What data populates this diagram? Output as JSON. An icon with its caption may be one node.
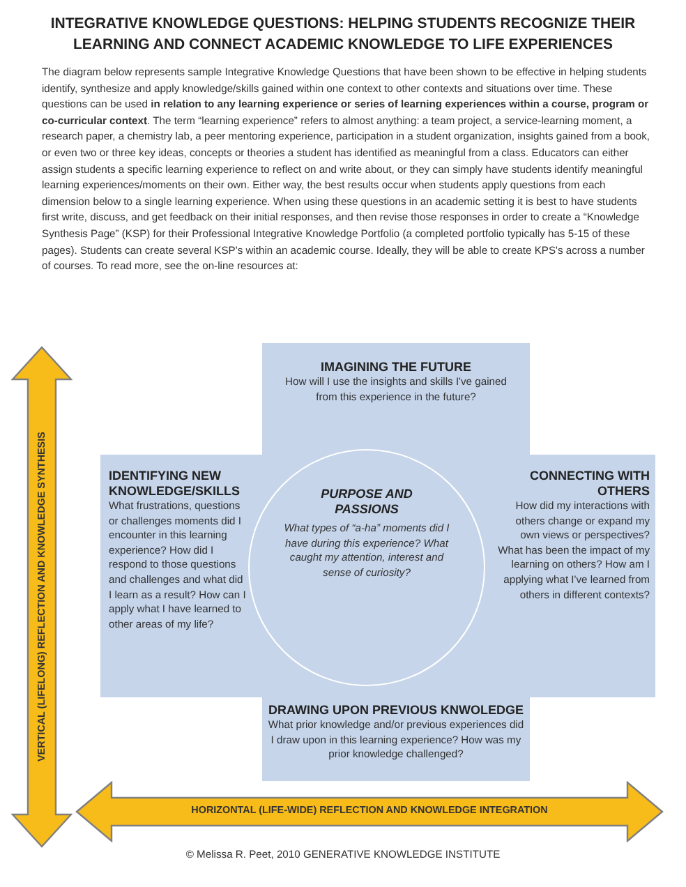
{
  "diagram": {
    "title": "INTEGRATIVE KNOWLEDGE QUESTIONS: HELPING STUDENTS RECOGNIZE THEIR LEARNING AND CONNECT ACADEMIC KNOWLEDGE TO LIFE EXPERIENCES",
    "nodes": [
      {
        "text": [
          "IMAGINING THE FUTURE",
          "How will I use the insights and skills I've gained from this experience in the future?"
        ]
      },
      {
        "text": [
          "IDENTIFYING NEW KNOWLEDGE/SKILLS",
          "What frustrations, questions or challenges moments did I encounter in this learning experience? How did I respond to those questions and challenges and what did I learn as a result? How can I apply what I have learned to other areas of my life?"
        ]
      },
      {
        "text": [
          "PURPOSE AND PASSIONS",
          "What types of “a-ha” moments did I have during this experience? What caught my attention, interest and sense of curiosity?"
        ]
      },
      {
        "text": [
          "CONNECTING WITH OTHERS",
          "How did my interactions with others change or expand my own views or perspectives? What has been the impact of my learning on others? How am I applying what I've learned from others in different contexts?"
        ]
      },
      {
        "text": [
          "DRAWING UPON PREVIOUS KNWOLEDGE",
          "What prior knowledge and/or previous experiences did I draw upon in this learning experience? How was my prior knowledge challenged?"
        ]
      },
      {
        "text": [
          "VERTICAL (LIFELONG) REFLECTION AND KNOWLEDGE SYNTHESIS"
        ]
      },
      {
        "text": [
          "HORIZONTAL (LIFE-WIDE) REFLECTION AND KNOWLEDGE INTEGRATION"
        ]
      }
    ],
    "labels": [
      "The diagram below represents sample Integrative Knowledge Questions that have been shown to be effective in helping students identify, synthesize and apply knowledge/skills gained within one context to other contexts and situations over time. These questions can be used **in relation to any learning experience or series of learning experiences within a course, program or co-curricular context**. The term “learning experience” refers to almost anything: a team project, a service-learning moment, a research paper, a chemistry lab, a peer mentoring experience, participation in a student organization, insights gained from a book, or even two or three key ideas, concepts or theories a student has identified as meaningful from a class. Educators can either assign students a specific learning experience to reflect on and write about, or they can simply have students identify meaningful learning experiences/moments on their own. Either way, the best results occur when students apply questions from each dimension below to a single learning experience. When using these questions in an academic setting it is best to have students first write, discuss, and get feedback on their initial responses, and then revise those responses in order to create a “Knowledge Synthesis Page” (KSP) for their Professional Integrative Knowledge Portfolio (a completed portfolio typically has 5-15 of these pages). Students can create several KSP's within an academic course. Ideally, they will be able to create KPS's across a number of courses. To read more, see the on-line resources at:",
      "© Melissa R. Peet, 2010 GENERATIVE KNOWLEDGE INSTITUTE"
    ]
  }
}
